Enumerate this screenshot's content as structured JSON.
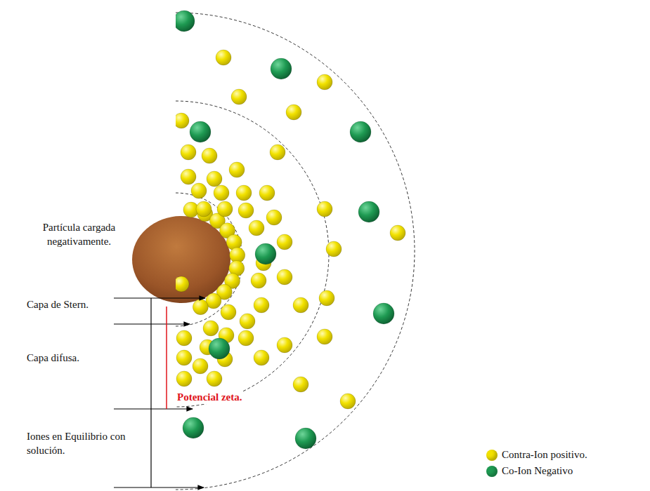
{
  "diagram": {
    "labels": [
      "Partícula cargada negativamente.",
      "Capa de Stern.",
      "Capa difusa.",
      "Potencial zeta.",
      "Iones en Equilibrio con solución."
    ],
    "legend": [
      {
        "text": "Contra-Ion positivo.",
        "color": "#f2e200"
      },
      {
        "text": "Co-Ion Negativo",
        "color": "#1e9a52"
      }
    ]
  }
}
